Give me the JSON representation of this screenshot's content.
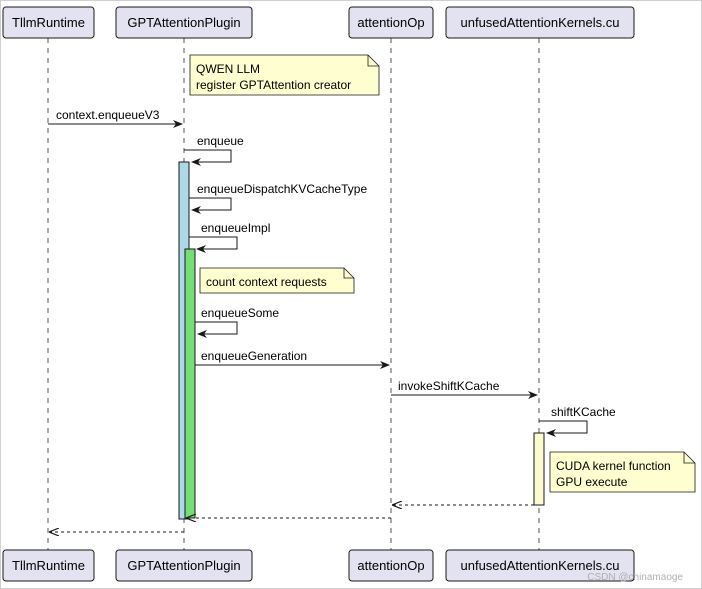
{
  "participants": [
    {
      "name": "TllmRuntime"
    },
    {
      "name": "GPTAttentionPlugin"
    },
    {
      "name": "attentionOp"
    },
    {
      "name": "unfusedAttentionKernels.cu"
    }
  ],
  "notes": [
    {
      "lines": [
        "QWEN LLM",
        "register GPTAttention creator"
      ]
    },
    {
      "lines": [
        "count context requests"
      ]
    },
    {
      "lines": [
        "CUDA kernel function",
        "GPU execute"
      ]
    }
  ],
  "messages": [
    {
      "label": "context.enqueueV3"
    },
    {
      "label": "enqueue"
    },
    {
      "label": "enqueueDispatchKVCacheType"
    },
    {
      "label": "enqueueImpl"
    },
    {
      "label": "enqueueSome"
    },
    {
      "label": "enqueueGeneration"
    },
    {
      "label": "invokeShiftKCache"
    },
    {
      "label": "shiftKCache"
    }
  ],
  "colors": {
    "participant_fill": "#e2e2f0",
    "participant_border": "#181818",
    "note_fill": "#fbfb77",
    "activation_blue": "#add8e6",
    "activation_green": "#77dd77",
    "activation_yellow": "#fbfbcf"
  },
  "watermark": "CSDN @chinamaoge"
}
